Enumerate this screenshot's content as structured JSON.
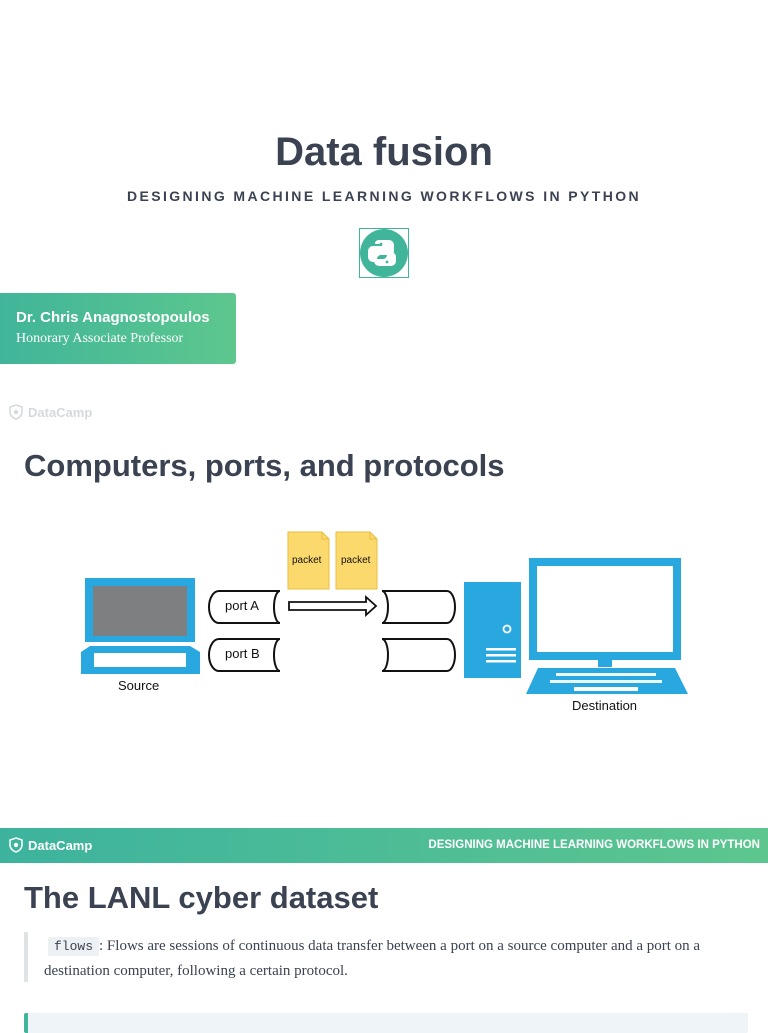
{
  "slide1": {
    "title": "Data fusion",
    "subtitle": "DESIGNING MACHINE LEARNING WORKFLOWS IN PYTHON",
    "author_name": "Dr. Chris Anagnostopoulos",
    "author_role": "Honorary Associate Professor"
  },
  "watermark": {
    "label": "DataCamp"
  },
  "slide2": {
    "title": "Computers, ports, and protocols",
    "diagram": {
      "packet1": "packet",
      "packet2": "packet",
      "port_a": "port A",
      "port_b": "port B",
      "source": "Source",
      "destination": "Destination"
    }
  },
  "footer_bar": {
    "logo": "DataCamp",
    "course": "DESIGNING MACHINE LEARNING WORKFLOWS IN PYTHON"
  },
  "slide3": {
    "title": "The LANL cyber dataset",
    "code_term": "flows",
    "quote_text": ": Flows are sessions of continuous data transfer between a port on a source computer and a port on a destination computer, following a certain protocol."
  },
  "colors": {
    "accent_green": "#41b59a",
    "title_text": "#3b4252",
    "diagram_blue": "#29a8e0",
    "packet_yellow": "#fcd96c"
  }
}
